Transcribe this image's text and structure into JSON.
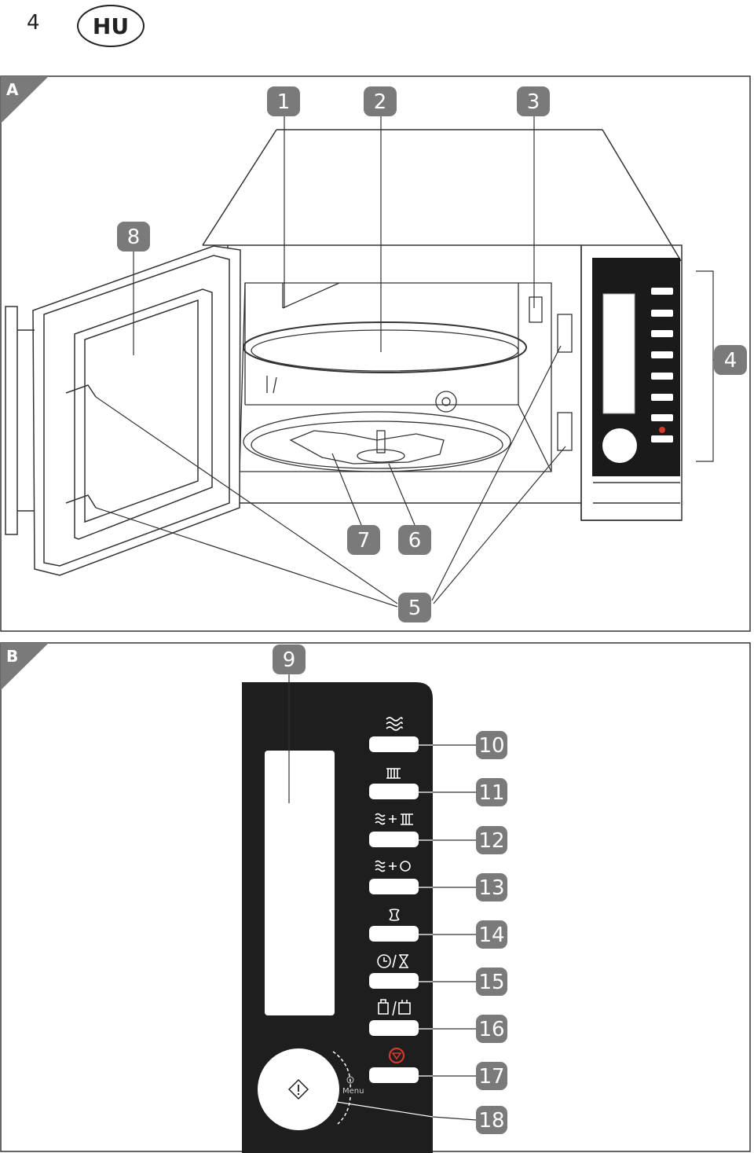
{
  "header": {
    "page_number": "4",
    "language_code": "HU"
  },
  "panels": [
    {
      "id": "A",
      "label": "A"
    },
    {
      "id": "B",
      "label": "B"
    }
  ],
  "callouts_a": [
    "1",
    "2",
    "3",
    "4",
    "5",
    "6",
    "7",
    "8"
  ],
  "callouts_b": [
    "9",
    "10",
    "11",
    "12",
    "13",
    "14",
    "15",
    "16",
    "17",
    "18"
  ],
  "control_panel": {
    "menu_label": "Menu",
    "stop_color": "#d33a2c"
  },
  "icons": [
    "microwave-icon",
    "grill-icon",
    "microwave-grill-icon",
    "microwave-fan-icon",
    "fan-icon",
    "clock-timer-icon",
    "weight-defrost-icon",
    "stop-icon",
    "start-icon"
  ]
}
